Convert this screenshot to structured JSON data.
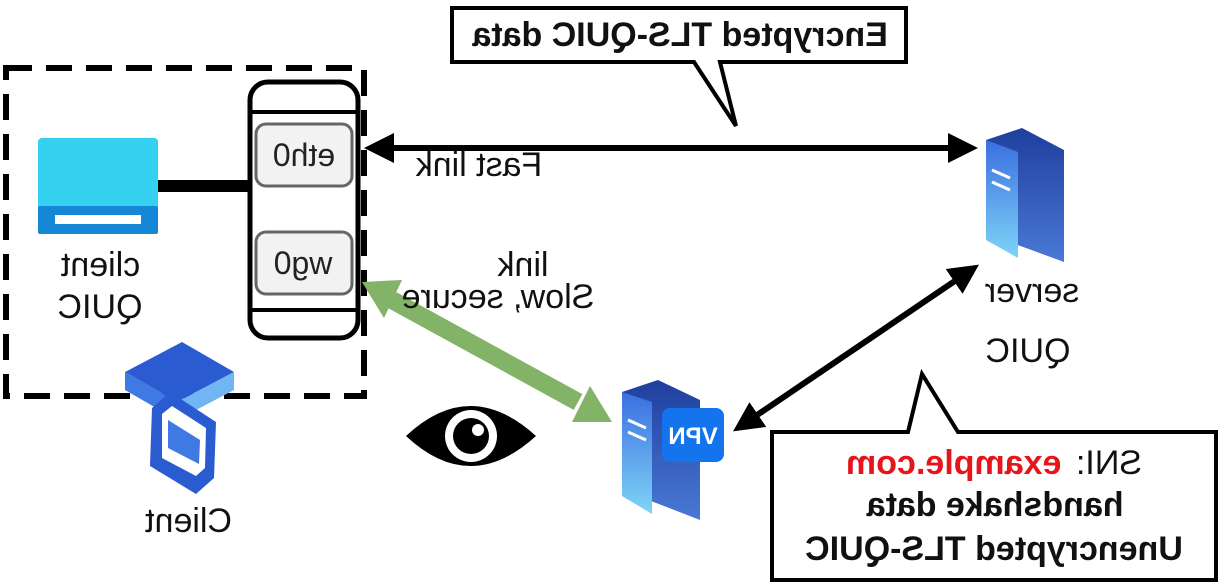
{
  "diagram": {
    "encrypted_callout": "Encrypted TLS-QUIC data",
    "fast_link_label": "Fast link",
    "slow_link_label_1": "Slow, secure",
    "slow_link_label_2": "link",
    "interfaces": [
      "eth0",
      "wg0"
    ],
    "client_app_label_1": "QUIC",
    "client_app_label_2": "client",
    "client_host_label": "Client",
    "server_label_1": "QUIC",
    "server_label_2": "server",
    "vpn_badge": "VPN",
    "unencrypted_callout_line1": "Unencrypted TLS-QUIC",
    "unencrypted_callout_line2": "handshake data",
    "sni_prefix": "SNI:",
    "sni_value": "example.com",
    "colors": {
      "green_link": "#82b366",
      "sni_red": "#e8141b",
      "device_blue": "#2fc6ef",
      "server_blue": "#2f6fe0"
    }
  }
}
